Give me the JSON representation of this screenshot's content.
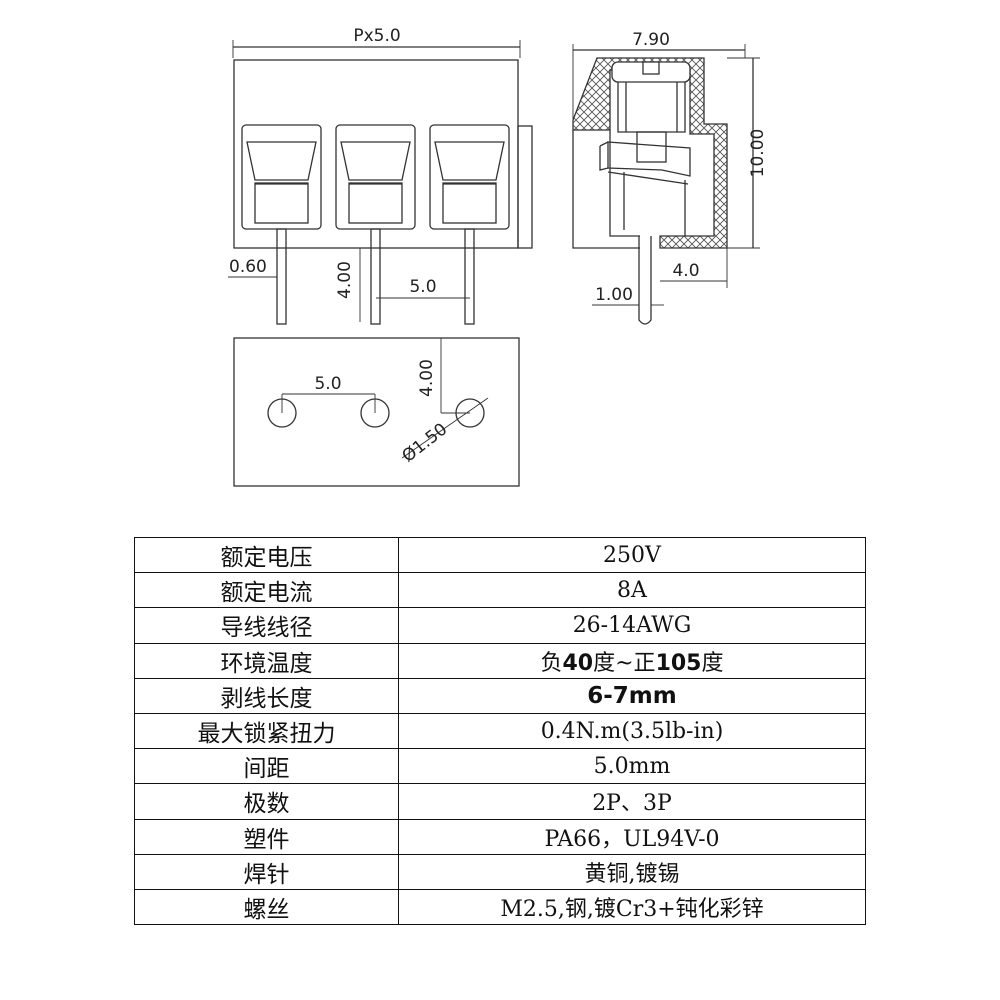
{
  "drawing": {
    "front": {
      "pitch_label": "Px5.0",
      "pin_width_label": "0.60",
      "pin_length_label": "4.00",
      "pin_spacing_label": "5.0"
    },
    "side": {
      "width_label": "7.90",
      "height_label": "10.00",
      "pin_offset_label": "4.0",
      "pin_diameter_label": "1.00"
    },
    "bottom": {
      "hole_spacing_label": "5.0",
      "edge_offset_label": "4.00",
      "hole_diameter_label": "Ø1.50"
    }
  },
  "spec_table": [
    {
      "key": "额定电压",
      "value": "250V"
    },
    {
      "key": "额定电流",
      "value": "8A"
    },
    {
      "key": "导线线径",
      "value": "26-14AWG"
    },
    {
      "key": "环境温度",
      "value": "负40度~正105度"
    },
    {
      "key": "剥线长度",
      "value": "6-7mm"
    },
    {
      "key": "最大锁紧扭力",
      "value": "0.4N.m(3.5lb-in)"
    },
    {
      "key": "间距",
      "value": "5.0mm"
    },
    {
      "key": "极数",
      "value": "2P、3P"
    },
    {
      "key": "塑件",
      "value": "PA66，UL94V-0"
    },
    {
      "key": "焊针",
      "value": "黄铜,镀锡"
    },
    {
      "key": "螺丝",
      "value": "M2.5,钢,镀Cr3+钝化彩锌"
    }
  ]
}
